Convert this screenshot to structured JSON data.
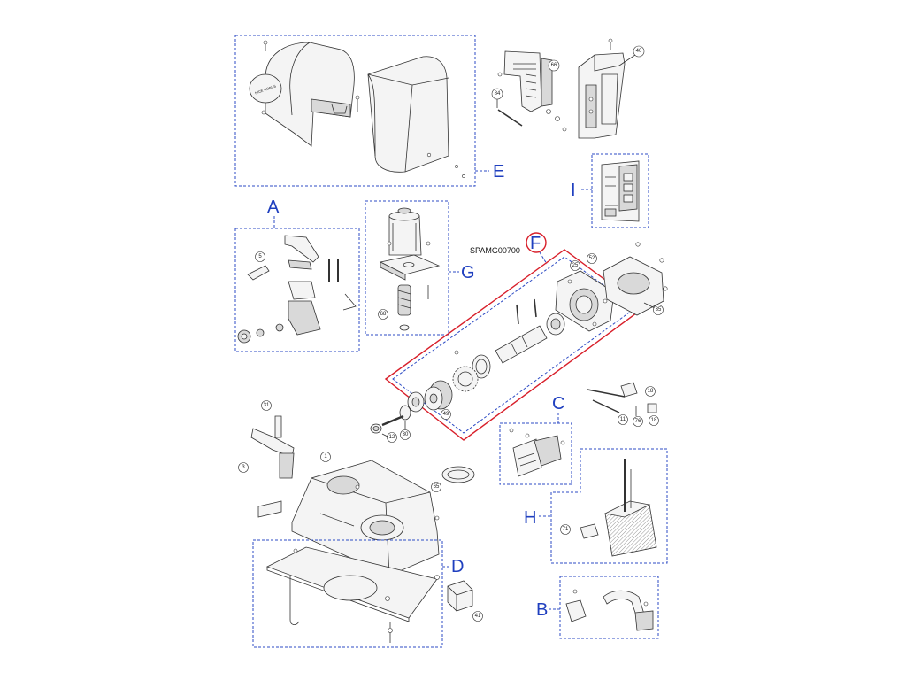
{
  "groups": {
    "A": "A",
    "B": "B",
    "C": "C",
    "D": "D",
    "E": "E",
    "F": "F",
    "G": "G",
    "H": "H",
    "I": "I"
  },
  "highlight": {
    "code": "SPAMG00700",
    "group": "F",
    "color": "#d81f2a"
  },
  "group_color": "#2d4bc4",
  "parts": {
    "p1": "1",
    "p3": "3",
    "p5": "5",
    "p11": "11",
    "p12": "12",
    "p18a": "18",
    "p18b": "18",
    "p25": "25",
    "p30": "30",
    "p31": "31",
    "p35": "35",
    "p40": "40",
    "p41": "41",
    "p49": "49",
    "p52": "52",
    "p65": "65",
    "p66": "66",
    "p68": "68",
    "p71": "71",
    "p76": "76",
    "p84": "84"
  },
  "labels": {
    "cover_brand": "NICE ROBUS"
  }
}
